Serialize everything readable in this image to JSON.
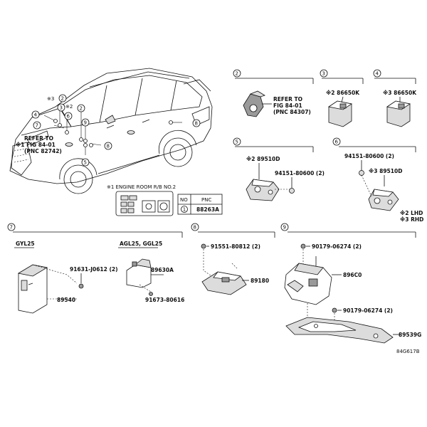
{
  "vehicle_callouts": {
    "n2": "2",
    "n3": "3",
    "n4": "4",
    "n6": "6",
    "n7": "7",
    "n5": "5",
    "n8": "8",
    "n9": "9",
    "n2b": "2",
    "s3": "※3",
    "s2": "※2",
    "refer_line1": "REFER TO",
    "refer_line2": "※1 FIG 84-01",
    "refer_line3": "(PNC 82742)"
  },
  "engine_room": {
    "label": "※1 ENGINE ROOM R/B NO.2",
    "table_no": "NO",
    "table_pnc": "PNC",
    "row_no": "1",
    "row_pnc": "88263A"
  },
  "section2": {
    "num": "2",
    "refer_line1": "REFER TO",
    "refer_line2": "FIG 84-01",
    "refer_line3": "(PNC 84307)"
  },
  "section3": {
    "num": "3",
    "part": "※2 86650K"
  },
  "section4": {
    "num": "4",
    "part": "※3 86650K"
  },
  "section5": {
    "num": "5",
    "part_a": "※2 89510D",
    "part_b": "94151-80600 (2)"
  },
  "section6": {
    "num": "6",
    "part_a": "94151-80600 (2)",
    "part_b": "※3 89510D"
  },
  "legend": {
    "lhd": "※2 LHD",
    "rhd": "※3 RHD"
  },
  "section7": {
    "num": "7",
    "variant_a": "GYL25",
    "variant_b": "AGL25, GGL25",
    "part_a": "91631-J0612 (2)",
    "part_b": "89540",
    "part_c": "89630A",
    "part_d": "91673-80616"
  },
  "section8": {
    "num": "8",
    "part_a": "91551-80812 (2)",
    "part_b": "89180"
  },
  "section9": {
    "num": "9",
    "part_a": "90179-06274 (2)",
    "part_b": "896C0",
    "part_c": "90179-06274 (2)",
    "part_d": "89539G"
  },
  "figure_code": "84G617B"
}
